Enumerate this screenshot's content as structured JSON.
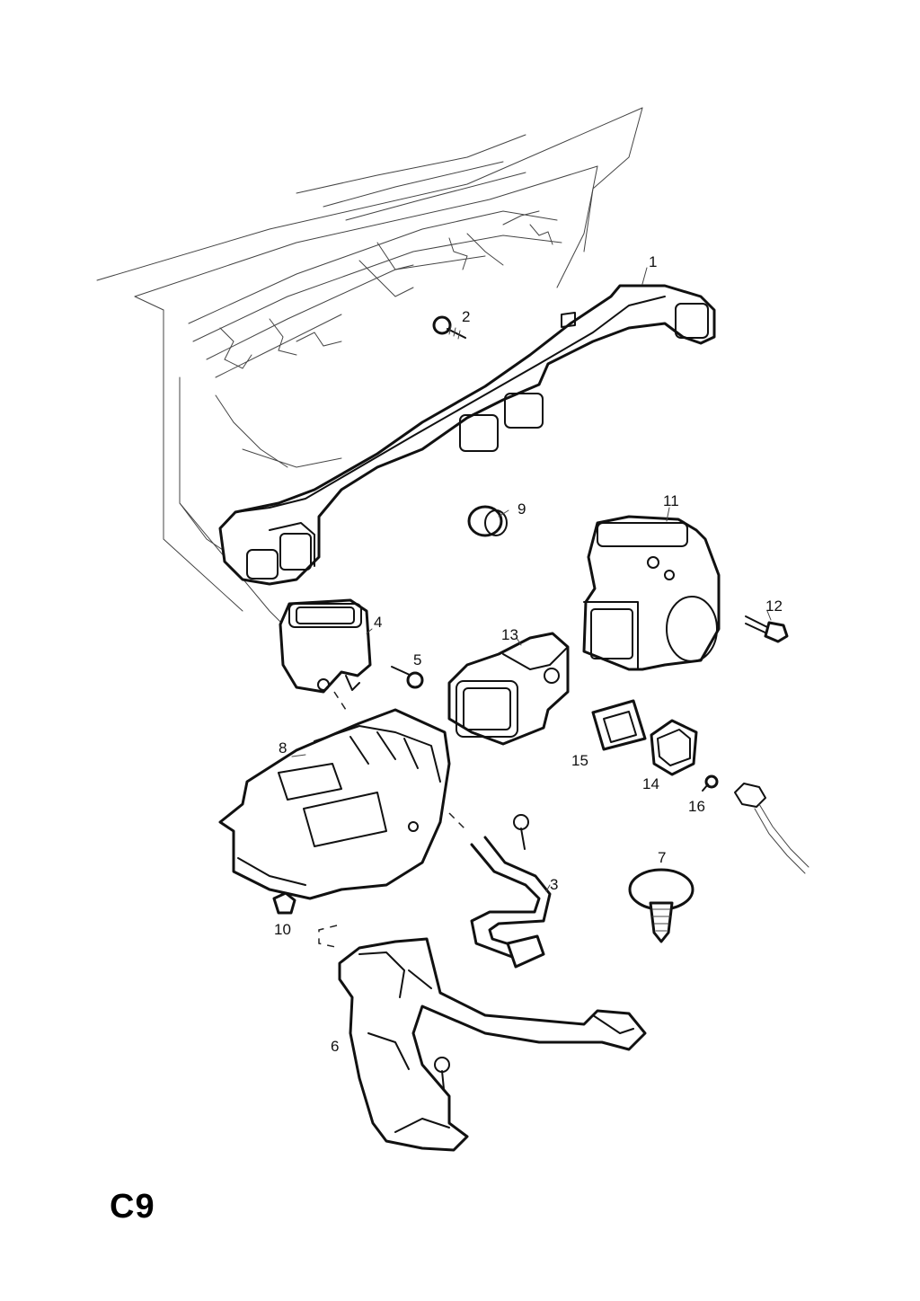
{
  "page_code": "C9",
  "callouts": [
    "1",
    "2",
    "3",
    "4",
    "5",
    "6",
    "7",
    "8",
    "9",
    "10",
    "11",
    "12",
    "13",
    "14",
    "15",
    "16"
  ]
}
